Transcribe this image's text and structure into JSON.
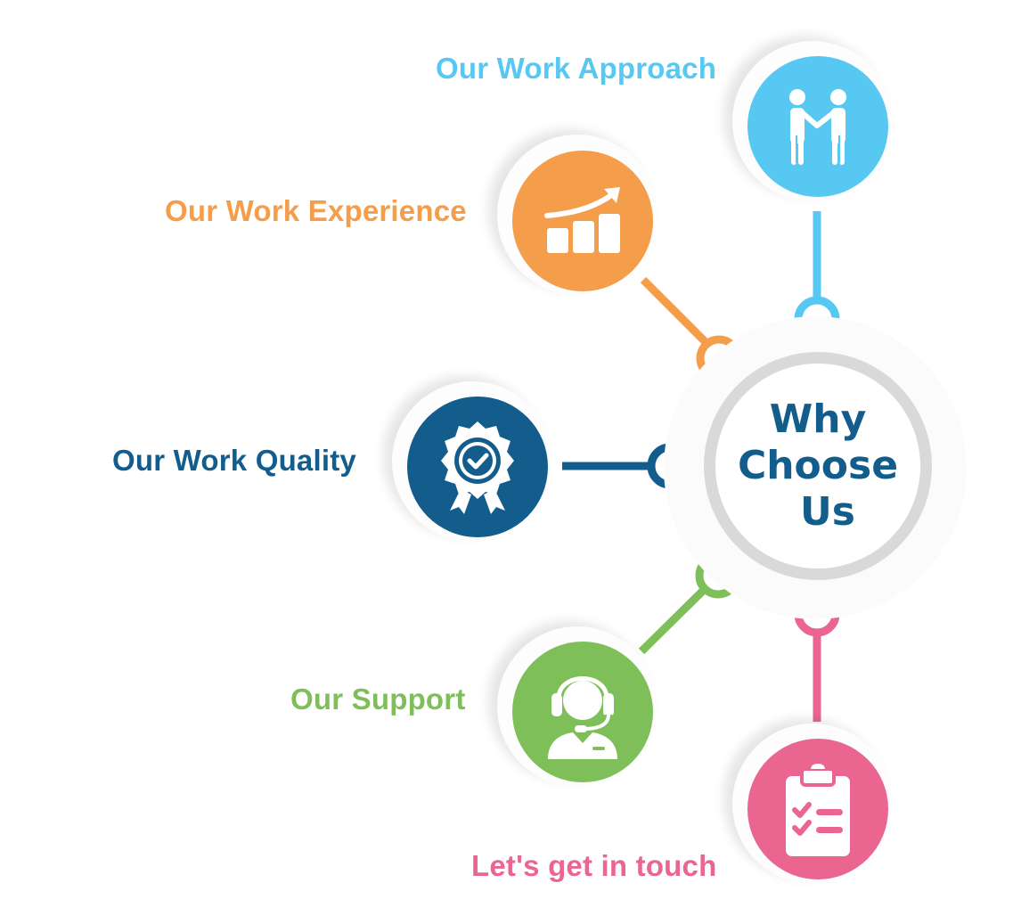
{
  "center": {
    "lines": [
      "Why",
      "Choose",
      "Us"
    ],
    "color": "#135d8c",
    "ring_color": "#d9d9d9"
  },
  "items": [
    {
      "label": "Our Work Approach",
      "icon": "handshake-icon",
      "color": "#57c8f2"
    },
    {
      "label": "Our Work Experience",
      "icon": "growth-chart-icon",
      "color": "#f49d4b"
    },
    {
      "label": "Our Work Quality",
      "icon": "quality-badge-icon",
      "color": "#135d8c"
    },
    {
      "label": "Our Support",
      "icon": "headset-support-icon",
      "color": "#7fbf5a"
    },
    {
      "label": "Let's get in touch",
      "icon": "clipboard-checklist-icon",
      "color": "#ea6691"
    }
  ]
}
